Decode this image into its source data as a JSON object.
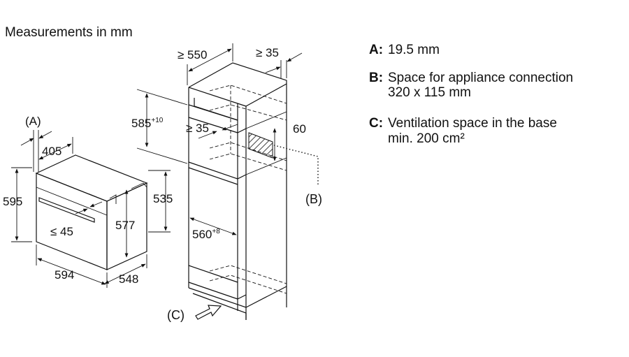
{
  "header": {
    "text": "Measurements in mm"
  },
  "legend": [
    {
      "key": "A:",
      "lines": [
        "19.5 mm"
      ]
    },
    {
      "key": "B:",
      "lines": [
        "Space for appliance connection",
        "320 x 115 mm"
      ]
    },
    {
      "key": "C:",
      "lines": [
        "Ventilation space in the base",
        "min. 200 cm²"
      ]
    }
  ],
  "oven": {
    "label_a": "(A)",
    "d405": "405",
    "d595": "595",
    "d535": "535",
    "d577": "577",
    "d45": "≤ 45",
    "d594": "594",
    "d548": "548"
  },
  "cabinet": {
    "d550": "≥ 550",
    "d35_top": "≥ 35",
    "d585": "585",
    "d585_sup": "+10",
    "d35_mid": "≥ 35",
    "d60": "60",
    "d560": "560",
    "d560_sup": "+8",
    "label_b": "(B)",
    "label_c": "(C)"
  }
}
